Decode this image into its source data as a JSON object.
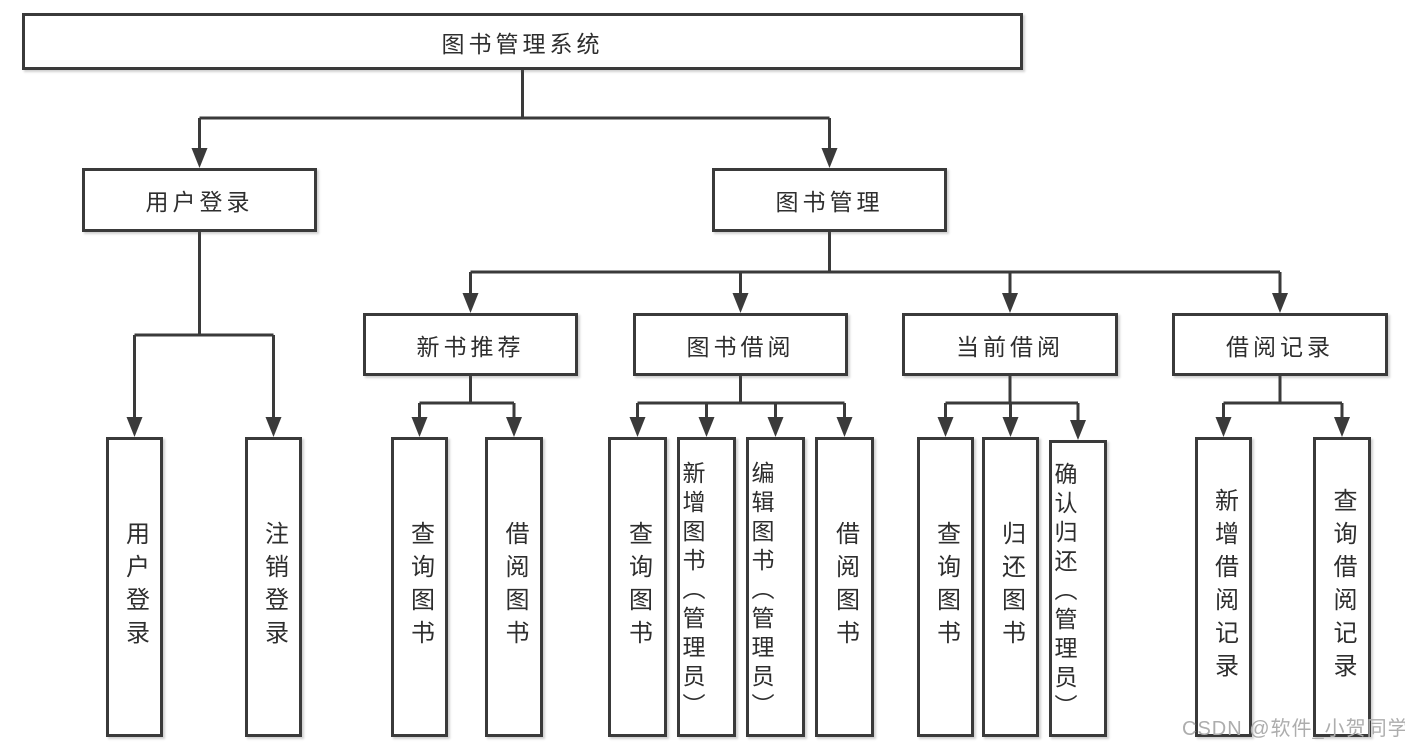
{
  "tree": {
    "root_label": "图书管理系统",
    "login": {
      "label": "用户登录",
      "children": [
        "用户登录",
        "注销登录"
      ]
    },
    "mgmt": {
      "label": "图书管理",
      "groups": [
        {
          "label": "新书推荐",
          "children": [
            "查询图书",
            "借阅图书"
          ]
        },
        {
          "label": "图书借阅",
          "children": [
            "查询图书",
            "新增图书（管理员）",
            "编辑图书（管理员）",
            "借阅图书"
          ]
        },
        {
          "label": "当前借阅",
          "children": [
            "查询图书",
            "归还图书",
            "确认归还（管理员）"
          ]
        },
        {
          "label": "借阅记录",
          "children": [
            "新增借阅记录",
            "查询借阅记录"
          ]
        }
      ]
    }
  },
  "watermark": {
    "text": "CSDN @软件_小贺同学"
  },
  "colors": {
    "line": "#3a3a3a",
    "text": "#2e2e2e",
    "background": "#ffffff",
    "watermark": "#adadad"
  }
}
